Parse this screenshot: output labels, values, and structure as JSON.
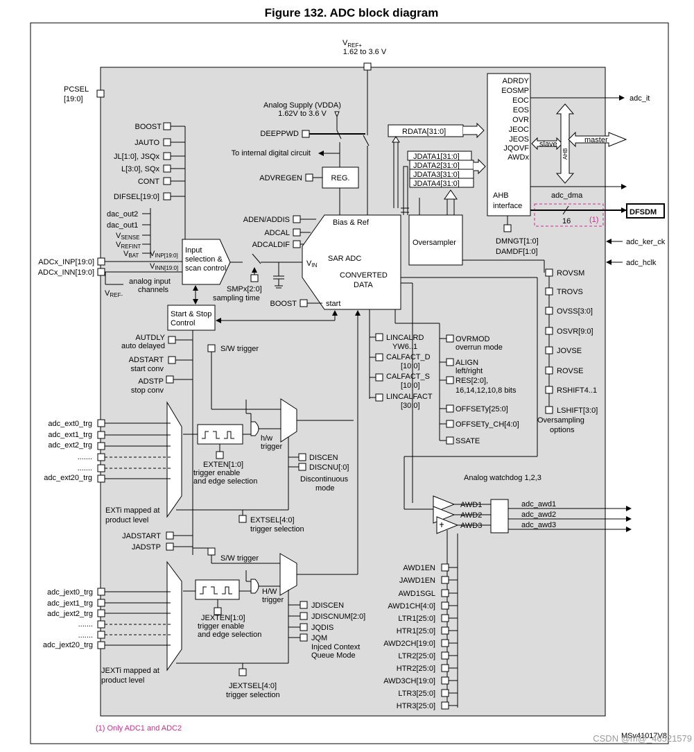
{
  "title": "Figure 132. ADC block diagram",
  "footnote": "(1) Only ADC1 and ADC2",
  "ref_code": "MSv41017V8",
  "watermark": "CSDN @m@_46521579",
  "colors": {
    "core_fill": "#dcdcdc",
    "dashed_pink": "#cc2a92",
    "line": "#000000"
  },
  "vref_plus": {
    "label": "V",
    "sub": "REF+",
    "range": "1.62 to 3.6 V"
  },
  "supply": {
    "line1": "Analog Supply (VDDA)",
    "line2": "1.62V to 3.6 V"
  },
  "pcsel": {
    "line1": "PCSEL",
    "line2": "[19:0]"
  },
  "left_registers": [
    "BOOST",
    "JAUTO",
    "JL[1:0], JSQx",
    "L[3:0], SQx",
    "CONT",
    "DIFSEL[19:0]"
  ],
  "analog_signals": {
    "dac_out2": "dac_out2",
    "dac_out1": "dac_out1",
    "v": "V",
    "sense": "SENSE",
    "refint": "REFINT",
    "bat": "BAT"
  },
  "inputs": {
    "inp": "ADCx_INP[19:0]",
    "inn": "ADCx_INN[19:0]",
    "vinp": "V",
    "vinp_sub": "INP[19:0]",
    "vinn": "V",
    "vinn_sub": "INN[19:0]",
    "vref_minus": "V",
    "vref_minus_sub": "REF-",
    "analog_inputs_1": "analog input",
    "analog_inputs_2": "channels"
  },
  "mux": {
    "line1": "Input",
    "line2": "selection &",
    "line3": "scan control"
  },
  "deeppwd": "DEEPPWD",
  "internal_digital": "To internal digital circuit",
  "advregen": "ADVREGEN",
  "reg": "REG.",
  "sar_controls": [
    "ADEN/ADDIS",
    "ADCAL",
    "ADCALDIF"
  ],
  "sar": {
    "bias": "Bias & Ref",
    "v": "V",
    "v_sub": "IN",
    "sar": "SAR ADC",
    "conv1": "CONVERTED",
    "conv2": "DATA",
    "start": "start"
  },
  "smp": {
    "line1": "SMPx[2:0]",
    "line2": "sampling time"
  },
  "boost2": "BOOST",
  "start_stop": {
    "line1": "Start & Stop",
    "line2": "Control"
  },
  "regular_trig": {
    "autdly": "AUTDLY",
    "autdly2": "auto delayed",
    "adstart": "ADSTART",
    "adstart2": "start conv",
    "adstp": "ADSTP",
    "adstp2": "stop conv",
    "sw": "S/W trigger",
    "hw1": "h/w",
    "hw2": "trigger",
    "exten1": "EXTEN[1:0]",
    "exten2": "trigger enable",
    "exten3": "and edge selection",
    "discen": "DISCEN",
    "discnum": "DISCNU[:0]",
    "disc1": "Discontinuous",
    "disc2": "mode",
    "exti1": "EXTi mapped at",
    "exti2": "product level",
    "extsel1": "EXTSEL[4:0]",
    "extsel2": "trigger selection"
  },
  "ext_inputs": [
    "adc_ext0_trg",
    "adc_ext1_trg",
    "adc_ext2_trg",
    ".......",
    ".......",
    "adc_ext20_trg"
  ],
  "jadstart": "JADSTART",
  "jadstp": "JADSTP",
  "inj_trig": {
    "sw": "S/W trigger",
    "hw1": "H/W",
    "hw2": "trigger",
    "jexten1": "JEXTEN[1:0]",
    "jexten2": "trigger enable",
    "jexten3": "and edge selection",
    "jdiscen": "JDISCEN",
    "jdiscnum": "JDISCNUM[2:0]",
    "jqdis": "JQDIS",
    "jqm": "JQM",
    "jqm2": "Injced Context",
    "jqm3": "Queue Mode",
    "jexti1": "JEXTi mapped at",
    "jexti2": "product level",
    "jextsel1": "JEXTSEL[4:0]",
    "jextsel2": "trigger selection"
  },
  "jext_inputs": [
    "adc_jext0_trg",
    "adc_jext1_trg",
    "adc_jext2_trg",
    ".......",
    ".......",
    "adc_jext20_trg"
  ],
  "calib": {
    "lincalrd": "LINCALRD",
    "yw": "YW6..1",
    "cal_d": "CALFACT_D",
    "cal_d2": "[10:0]",
    "cal_s": "CALFACT_S",
    "cal_s2": "[10:0]",
    "lincalfact": "LINCALFACT",
    "lincalfact2": "[30:0]"
  },
  "mid_regs": {
    "ovrmod": "OVRMOD",
    "ovrmod2": "overrun mode",
    "align": "ALIGN",
    "align2": "left/right",
    "res": "RES[2:0],",
    "res2": "16,14,12,10,8 bits",
    "offsety": "OFFSETy[25:0]",
    "offsetych": "OFFSETy_CH[4:0]",
    "ssate": "SSATE"
  },
  "rdata": "RDATA[31:0]",
  "jdata": [
    "JDATA1[31:0]",
    "JDATA2[31:0]",
    "JDATA3[31:0]",
    "JDATA4[31:0]"
  ],
  "oversampler": "Oversampler",
  "ahb_flags": [
    "ADRDY",
    "EOSMP",
    "EOC",
    "EOS",
    "OVR",
    "JEOC",
    "JEOS",
    "JQOVF",
    "AWDx"
  ],
  "ahb": {
    "slave": "slave",
    "ahb": "AHB",
    "master": "master",
    "iface1": "AHB",
    "iface2": "interface"
  },
  "adc_it": "adc_it",
  "adc_dma": "adc_dma",
  "dfsdm": "DFSDM",
  "bus16": "16",
  "note1": "(1)",
  "dmngt": "DMNGT[1:0]",
  "damdf": "DAMDF[1:0]",
  "adc_ker_ck": "adc_ker_ck",
  "adc_hclk": "adc_hclk",
  "os_regs": [
    "ROVSM",
    "TROVS",
    "OVSS[3:0]",
    "OSVR[9:0]",
    "JOVSE",
    "ROVSE",
    "RSHIFT4..1",
    "LSHIFT[3:0]"
  ],
  "os_options1": "Oversampling",
  "os_options2": "options",
  "wd_title": "Analog watchdog 1,2,3",
  "awd": [
    "AWD1",
    "AWD2",
    "AWD3"
  ],
  "awd_out": [
    "adc_awd1",
    "adc_awd2",
    "adc_awd3"
  ],
  "wd_regs": [
    "AWD1EN",
    "JAWD1EN",
    "AWD1SGL",
    "AWD1CH[4:0]",
    "LTR1[25:0]",
    "HTR1[25:0]",
    "AWD2CH[19:0]",
    "LTR2[25:0]",
    "HTR2[25:0]",
    "AWD3CH[19:0]",
    "LTR3[25:0]",
    "HTR3[25:0]"
  ]
}
